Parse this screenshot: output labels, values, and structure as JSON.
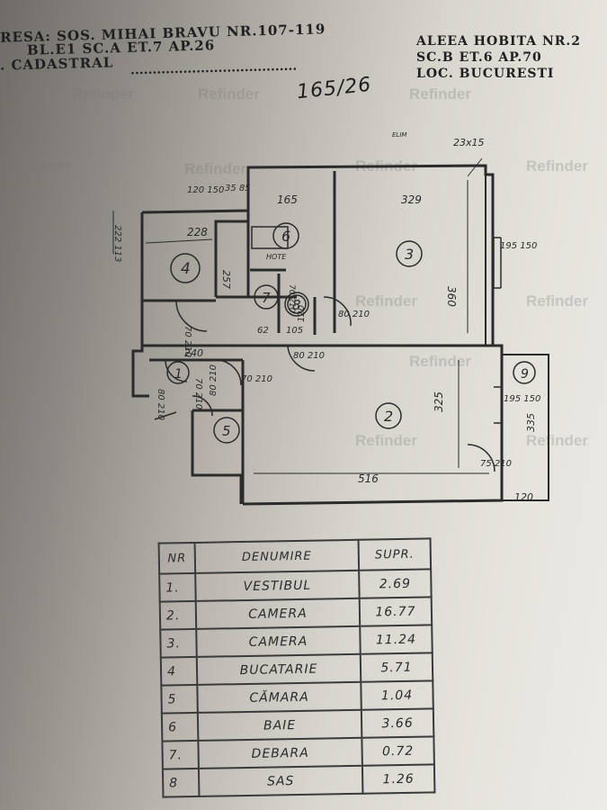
{
  "header": {
    "address_line1": "RESA: SOS. MIHAI BRAVU NR.107-119",
    "address_line2": "BL.E1 SC.A ET.7 AP.26",
    "cadastral_label": ". CADASTRAL",
    "cadastral_dots": "......................................",
    "cadastral_number": "165/26",
    "right_line1": "ALEEA HOBITA NR.2",
    "right_line2": "SC.B ET.6 AP.70",
    "right_line3": "LOC. BUCURESTI"
  },
  "watermark": {
    "text": "Refinder"
  },
  "plan": {
    "room_numbers": [
      "1",
      "2",
      "3",
      "4",
      "5",
      "6",
      "7",
      "8",
      "9"
    ],
    "dimensions": {
      "room6_width": "165",
      "room3_width": "329",
      "room3_height": "360",
      "room4_width": "228",
      "room4_height": "257",
      "room2_width": "516",
      "room2_height": "325",
      "balcony_height": "335",
      "balcony_width": "120",
      "hall_width": "240",
      "pantry_width": "120",
      "niche_width": "62",
      "niche2_width": "105",
      "top_left": "35 85",
      "small_top": "120 150",
      "left_side": "222 113",
      "window_top": "23x15"
    },
    "doors": [
      "80 210",
      "80 210",
      "70 210",
      "70 210",
      "70 210",
      "80 210",
      "75 210",
      "70 210",
      "80 210"
    ],
    "windows": [
      "195 150",
      "195 150"
    ],
    "annotations": [
      "HOTE",
      "ELIM"
    ]
  },
  "table": {
    "headers": {
      "nr": "NR",
      "name": "DENUMIRE",
      "area": "SUPR."
    },
    "rows": [
      {
        "nr": "1.",
        "name": "VESTIBUL",
        "area": "2.69"
      },
      {
        "nr": "2.",
        "name": "CAMERA",
        "area": "16.77"
      },
      {
        "nr": "3.",
        "name": "CAMERA",
        "area": "11.24"
      },
      {
        "nr": "4",
        "name": "BUCATARIE",
        "area": "5.71"
      },
      {
        "nr": "5",
        "name": "CĂMARA",
        "area": "1.04"
      },
      {
        "nr": "6",
        "name": "BAIE",
        "area": "3.66"
      },
      {
        "nr": "7.",
        "name": "DEBARA",
        "area": "0.72"
      },
      {
        "nr": "8",
        "name": "SAS",
        "area": "1.26"
      }
    ]
  }
}
